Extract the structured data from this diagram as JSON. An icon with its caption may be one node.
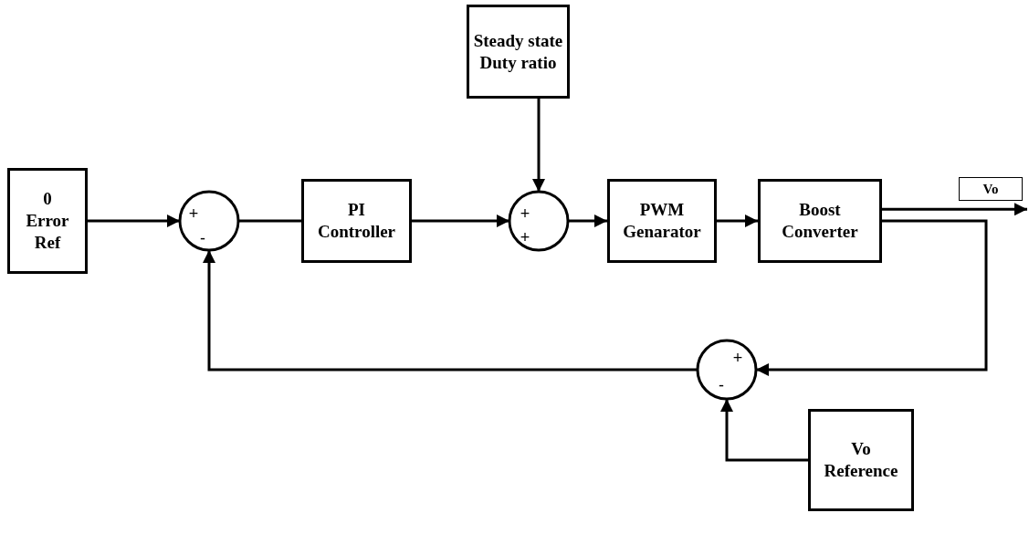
{
  "diagram": {
    "nodes": [
      {
        "text": [
          "0 Error Ref"
        ]
      },
      {
        "text": [
          "+",
          "-"
        ]
      },
      {
        "text": [
          "PI Controller"
        ]
      },
      {
        "text": [
          "Steady state Duty ratio"
        ]
      },
      {
        "text": [
          "+",
          "+"
        ]
      },
      {
        "text": [
          "PWM Genarator"
        ]
      },
      {
        "text": [
          "Boost Converter"
        ]
      },
      {
        "text": [
          "Vo"
        ]
      },
      {
        "text": [
          "+",
          "-"
        ]
      },
      {
        "text": [
          "Vo Reference"
        ]
      }
    ],
    "edges": [
      {
        "from": 0,
        "to": 1,
        "arrow": "to"
      },
      {
        "from": 1,
        "to": 2,
        "arrow": "none"
      },
      {
        "from": 2,
        "to": 4,
        "arrow": "to"
      },
      {
        "from": 3,
        "to": 4,
        "arrow": "to"
      },
      {
        "from": 4,
        "to": 5,
        "arrow": "to"
      },
      {
        "from": 5,
        "to": 6,
        "arrow": "to"
      },
      {
        "from": 6,
        "to": 7,
        "arrow": "to"
      },
      {
        "from": 6,
        "to": 8,
        "arrow": "to"
      },
      {
        "from": 8,
        "to": 1,
        "arrow": "to"
      },
      {
        "from": 9,
        "to": 8,
        "arrow": "to"
      }
    ]
  }
}
